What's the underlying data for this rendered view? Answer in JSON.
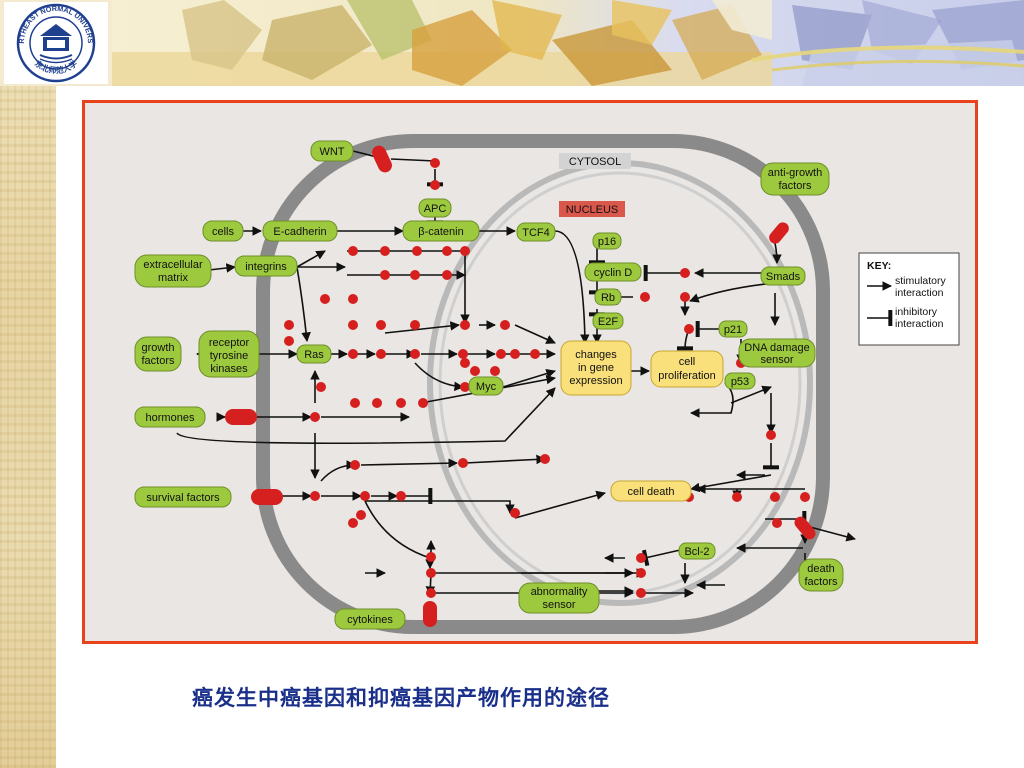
{
  "logo": {
    "text_top": "NORTHEAST NORMAL UNIVERSITY",
    "text_bottom": "东北师范大学",
    "emblem": "university-seal"
  },
  "caption": "癌发生中癌基因和抑癌基因产物作用的途径",
  "diagram": {
    "compartments": {
      "cytosol": "CYTOSOL",
      "nucleus": "NUCLEUS"
    },
    "nodes": {
      "wnt": "WNT",
      "cells": "cells",
      "e_cadherin": "E-cadherin",
      "apc": "APC",
      "beta_catenin": "β-catenin",
      "tcf4": "TCF4",
      "extracellular_matrix_l1": "extracellular",
      "extracellular_matrix_l2": "matrix",
      "integrins": "integrins",
      "growth_factors_l1": "growth",
      "growth_factors_l2": "factors",
      "receptor_l1": "receptor",
      "receptor_l2": "tyrosine",
      "receptor_l3": "kinases",
      "ras": "Ras",
      "myc": "Myc",
      "hormones": "hormones",
      "survival_factors": "survival factors",
      "cytokines": "cytokines",
      "p16": "p16",
      "cyclin_d": "cyclin D",
      "rb": "Rb",
      "e2f": "E2F",
      "gene_expression_l1": "changes",
      "gene_expression_l2": "in gene",
      "gene_expression_l3": "expression",
      "cell_proliferation_l1": "cell",
      "cell_proliferation_l2": "proliferation",
      "anti_growth_l1": "anti-growth",
      "anti_growth_l2": "factors",
      "smads": "Smads",
      "p21": "p21",
      "dna_damage_l1": "DNA damage",
      "dna_damage_l2": "sensor",
      "p53": "p53",
      "cell_death": "cell death",
      "bcl2": "Bcl-2",
      "abnormality_l1": "abnormality",
      "abnormality_l2": "sensor",
      "death_factors_l1": "death",
      "death_factors_l2": "factors"
    },
    "key": {
      "title": "KEY:",
      "stimulatory_l1": "stimulatory",
      "stimulatory_l2": "interaction",
      "inhibitory_l1": "inhibitory",
      "inhibitory_l2": "interaction"
    },
    "colors": {
      "green_node": "#9dc93f",
      "yellow_node": "#f9e07a",
      "red_dot": "#d61f1f",
      "frame": "#e8431c",
      "cell_membrane": "#8a8a8a",
      "caption": "#1a2f8a"
    }
  }
}
